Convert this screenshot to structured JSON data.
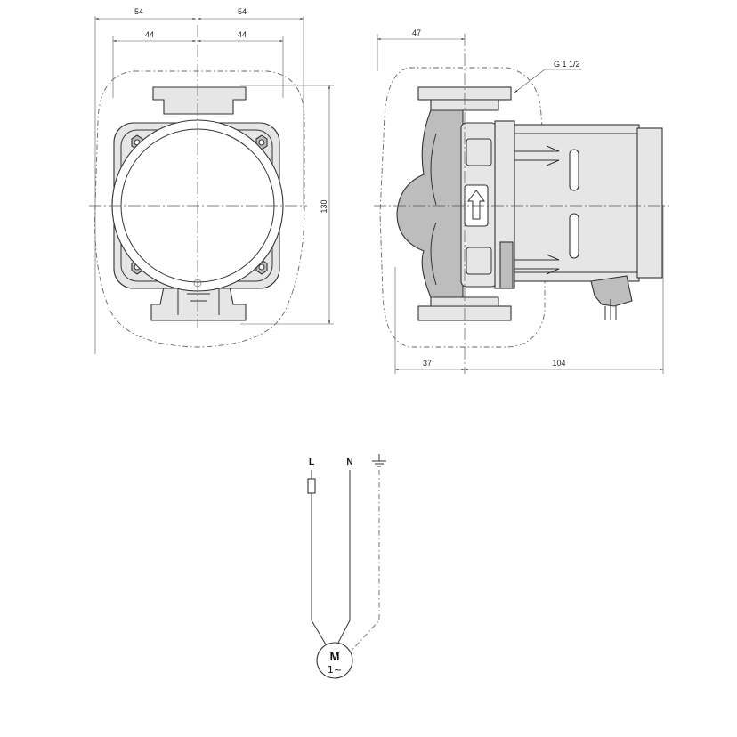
{
  "front_view": {
    "dim_top_left": "54",
    "dim_top_right": "54",
    "dim_inner_left": "44",
    "dim_inner_right": "44",
    "dim_height": "130"
  },
  "side_view": {
    "dim_top": "47",
    "thread_label": "G 1 1/2",
    "dim_bottom_left": "37",
    "dim_bottom_right": "104"
  },
  "wiring": {
    "line_label": "L",
    "neutral_label": "N",
    "motor_label": "M",
    "motor_phase": "1~"
  }
}
